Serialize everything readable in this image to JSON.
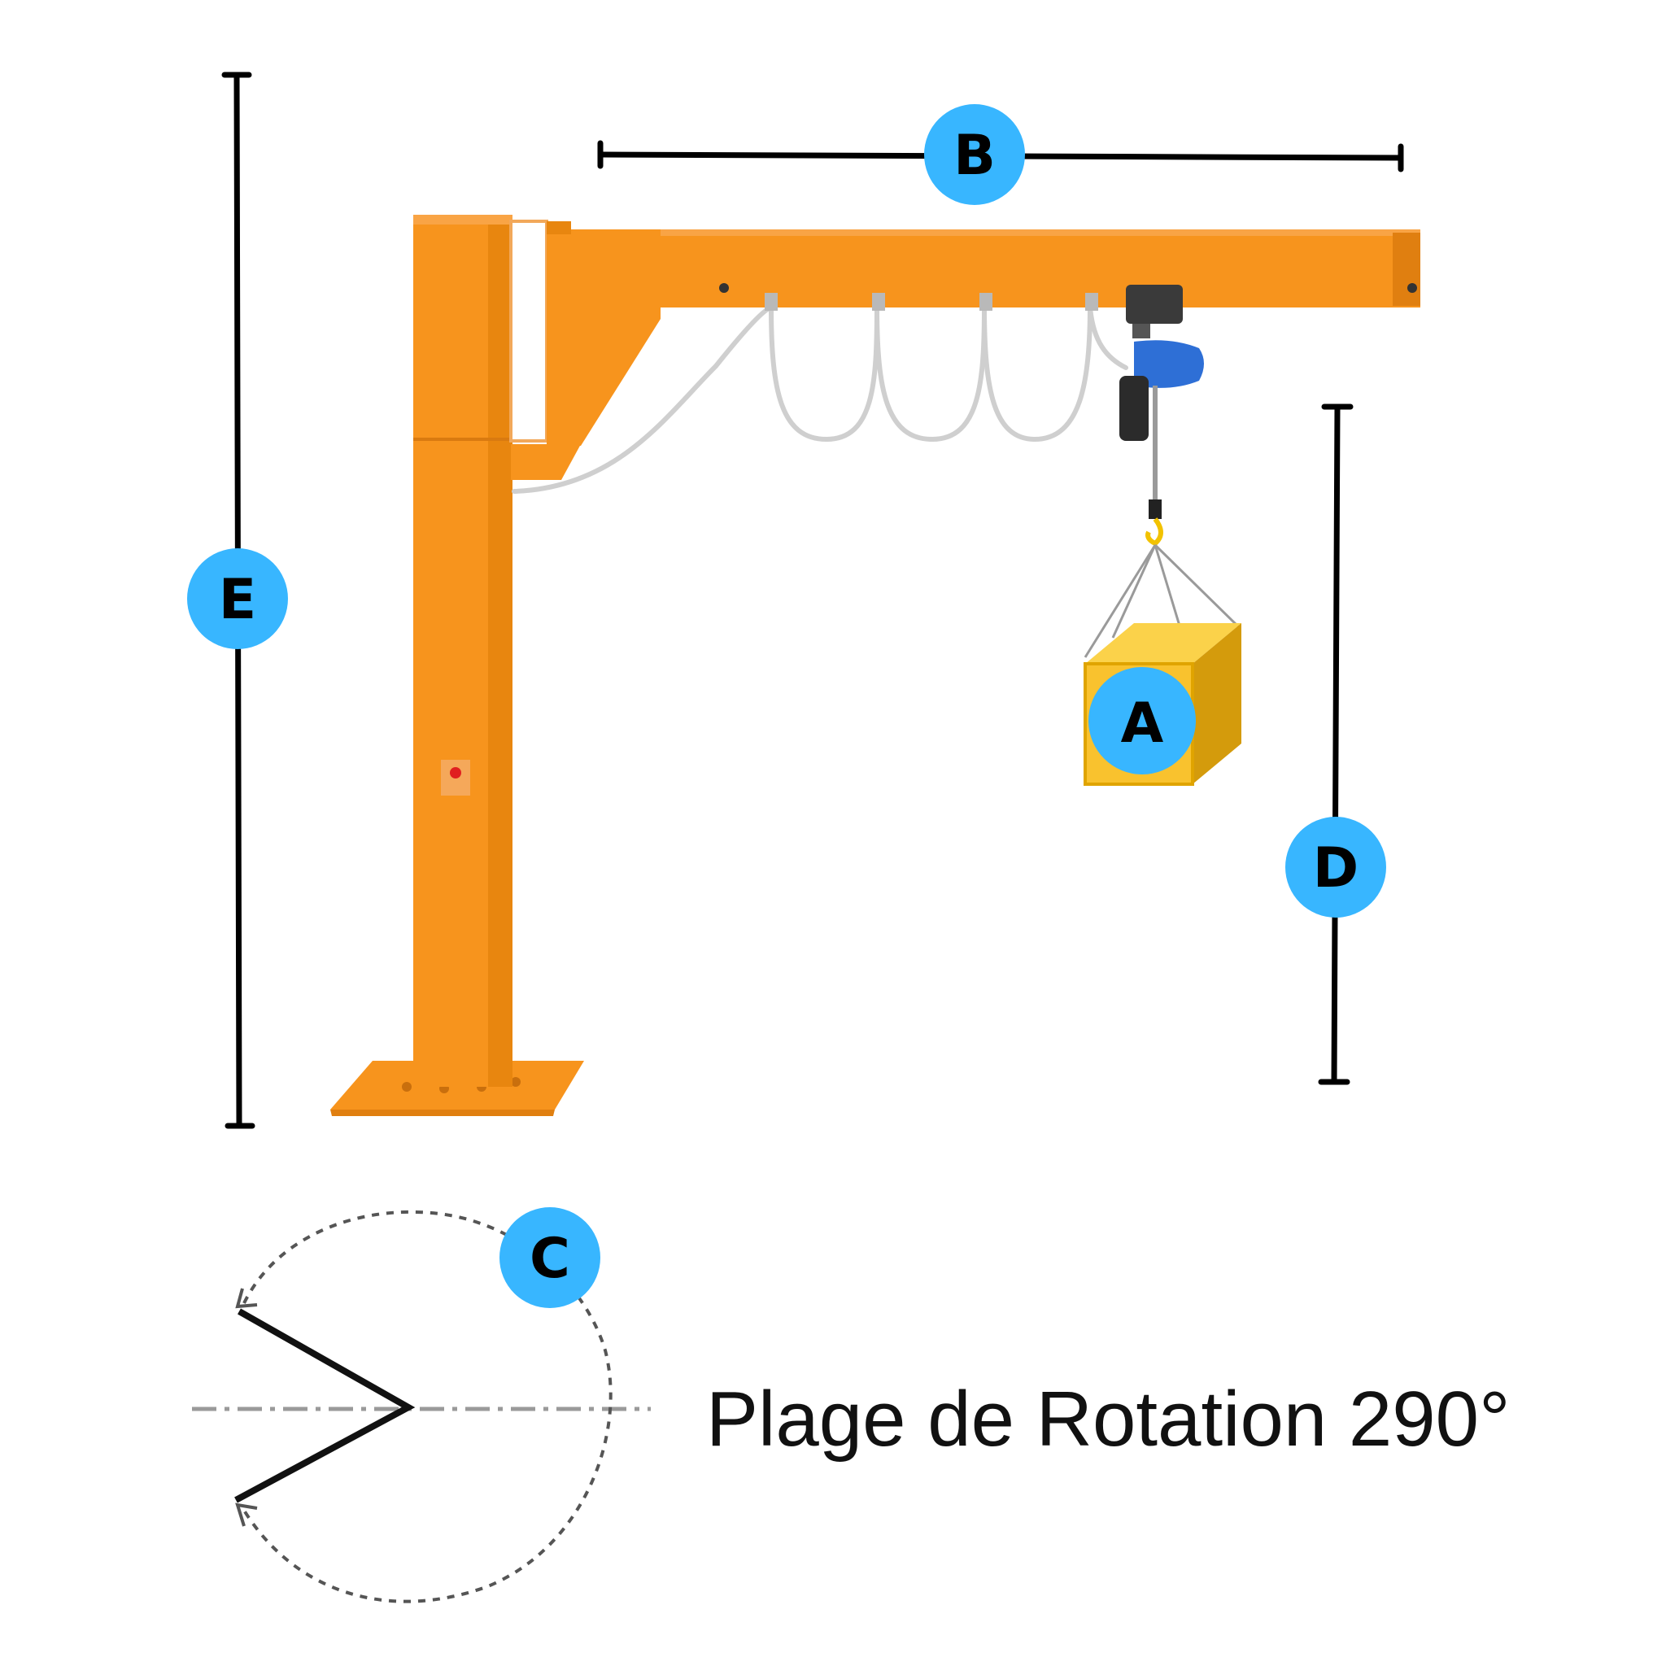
{
  "labels": {
    "a": "A",
    "b": "B",
    "c": "C",
    "d": "D",
    "e": "E"
  },
  "caption": "Plage de Rotation 290°",
  "colors": {
    "badge": "#38b6ff",
    "crane": "#f7941d",
    "crane_shade": "#e07f10",
    "load": "#f9c22e",
    "load_side": "#d49b0c",
    "hoist": "#2e6fd6",
    "dimension_line": "#000000"
  }
}
